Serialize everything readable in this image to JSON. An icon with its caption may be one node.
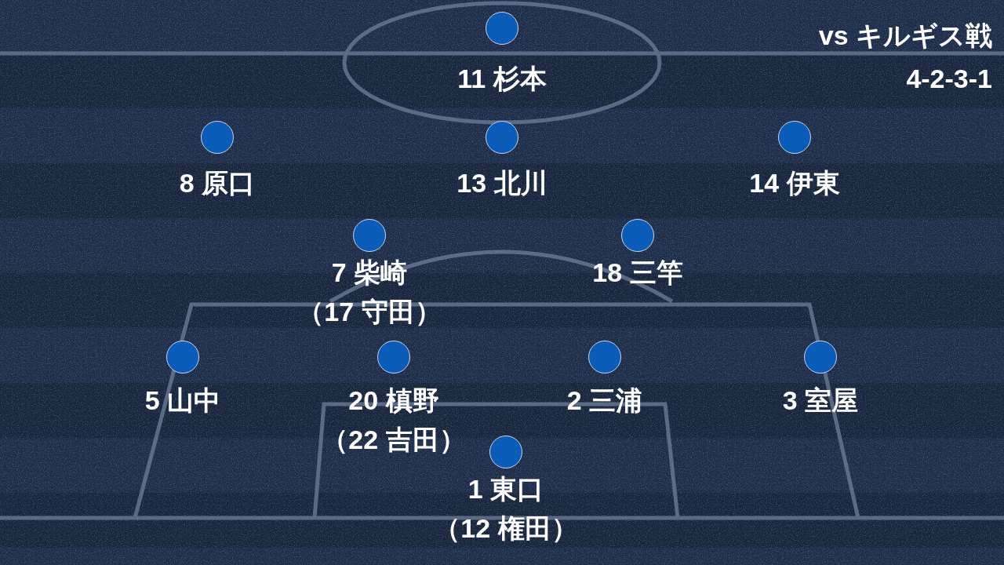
{
  "diagram": {
    "title": "vs キルギス戦",
    "nodes": [
      {
        "text": [],
        "shape": "circle",
        "beside": [
          "11 杉本"
        ]
      },
      {
        "text": [],
        "shape": "circle",
        "beside": [
          "8 原口"
        ]
      },
      {
        "text": [],
        "shape": "circle",
        "beside": [
          "13 北川"
        ]
      },
      {
        "text": [],
        "shape": "circle",
        "beside": [
          "14 伊東"
        ]
      },
      {
        "text": [],
        "shape": "circle",
        "beside": [
          "7 柴崎",
          "（17 守田）"
        ]
      },
      {
        "text": [],
        "shape": "circle",
        "beside": [
          "18 三竿"
        ]
      },
      {
        "text": [],
        "shape": "circle",
        "beside": [
          "5 山中"
        ]
      },
      {
        "text": [],
        "shape": "circle",
        "beside": [
          "20 槙野",
          "（22 吉田）"
        ]
      },
      {
        "text": [],
        "shape": "circle",
        "beside": [
          "2 三浦"
        ]
      },
      {
        "text": [],
        "shape": "circle",
        "beside": [
          "3 室屋"
        ]
      },
      {
        "text": [],
        "shape": "circle",
        "beside": [
          "1 東口",
          "（12 権田）"
        ]
      }
    ],
    "labels": [
      "4-2-3-1"
    ]
  }
}
